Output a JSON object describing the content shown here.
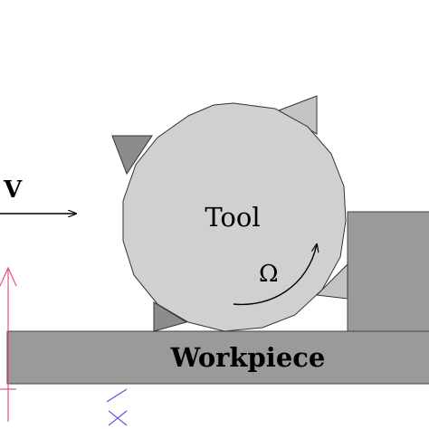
{
  "labels": {
    "tool": "Tool",
    "workpiece": "Workpiece",
    "velocity": "V",
    "omega": "Ω"
  },
  "colors": {
    "tool_fill": "#d0d0d0",
    "workpiece_fill": "#9a9a9a",
    "insert_dark": "#8c8c8c",
    "insert_light": "#c4c4c4",
    "axis_pink": "#e05a7a",
    "axis_blue": "#5a5ae0"
  }
}
